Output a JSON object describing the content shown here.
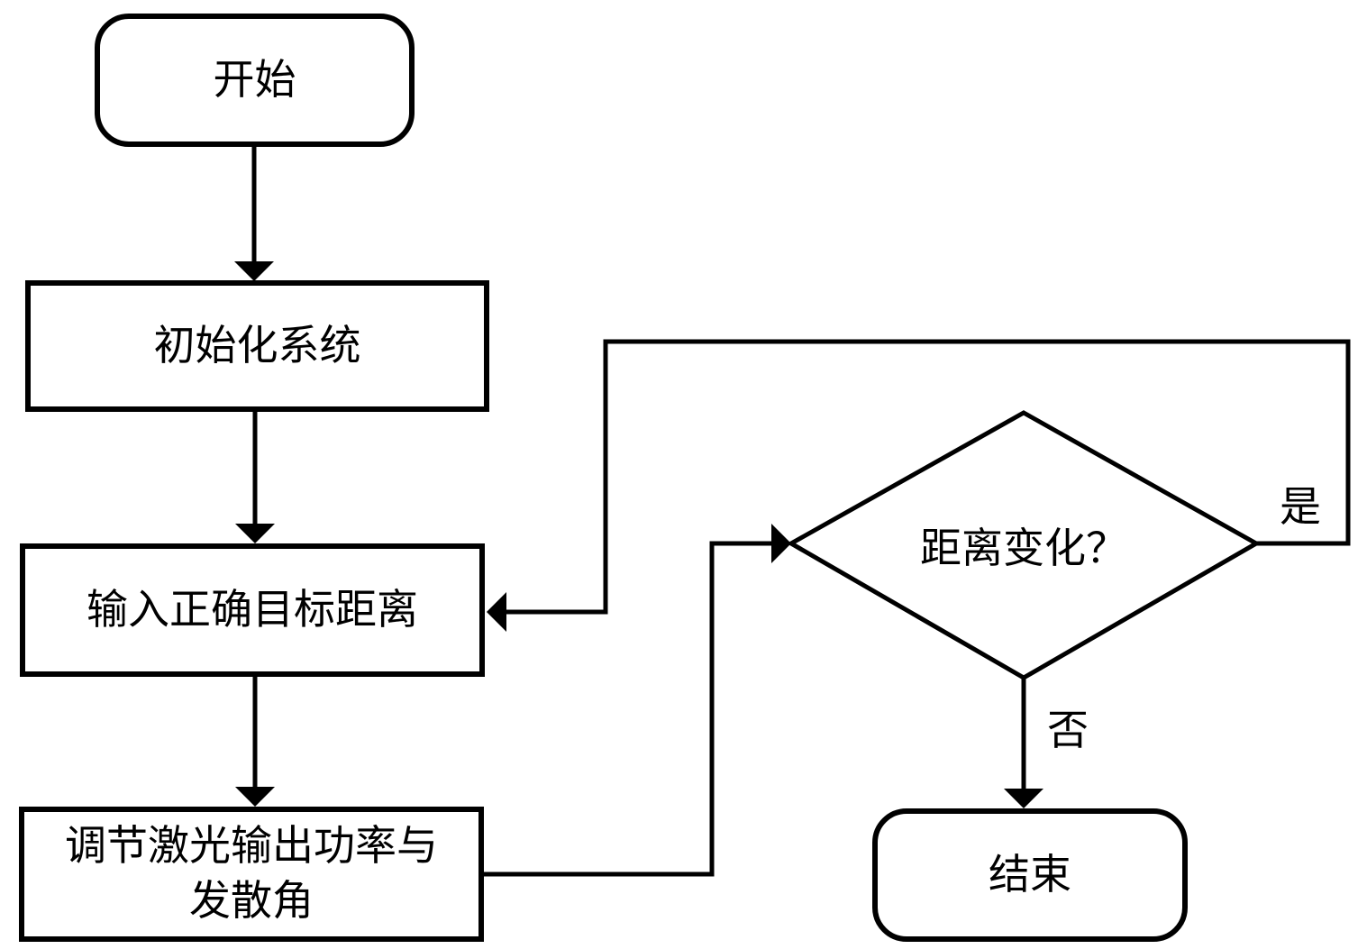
{
  "colors": {
    "line": "#000000",
    "background": "#ffffff"
  },
  "flowchart": {
    "nodes": {
      "start": {
        "label": "开始"
      },
      "init": {
        "label": "初始化系统"
      },
      "input": {
        "label": "输入正确目标距离"
      },
      "adjust": {
        "label": "调节激光输出功率与\n发散角"
      },
      "decision": {
        "label": "距离变化？"
      },
      "end": {
        "label": "结束"
      }
    },
    "edge_labels": {
      "yes": "是",
      "no": "否"
    }
  }
}
